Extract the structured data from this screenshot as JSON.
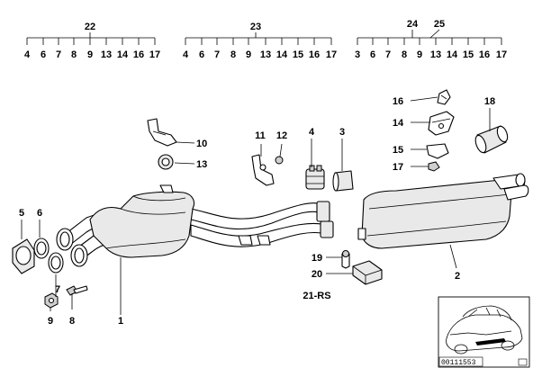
{
  "groups": [
    {
      "label": "22",
      "items": [
        "4",
        "6",
        "7",
        "8",
        "9",
        "13",
        "14",
        "16",
        "17"
      ]
    },
    {
      "label": "23",
      "items": [
        "4",
        "6",
        "7",
        "8",
        "9",
        "13",
        "14",
        "15",
        "16",
        "17"
      ]
    },
    {
      "label": "24",
      "label2": "25",
      "items": [
        "3",
        "6",
        "7",
        "8",
        "9",
        "13",
        "14",
        "15",
        "16",
        "17"
      ]
    }
  ],
  "callouts": {
    "c1": "1",
    "c2": "2",
    "c3": "3",
    "c4": "4",
    "c5": "5",
    "c6": "6",
    "c7": "7",
    "c8": "8",
    "c9": "9",
    "c10": "10",
    "c11": "11",
    "c12": "12",
    "c13": "13",
    "c14": "14",
    "c15": "15",
    "c16": "16",
    "c17": "17",
    "c18": "18",
    "c19": "19",
    "c20": "20",
    "c21": "21-RS"
  },
  "catalog_number": "00111553"
}
